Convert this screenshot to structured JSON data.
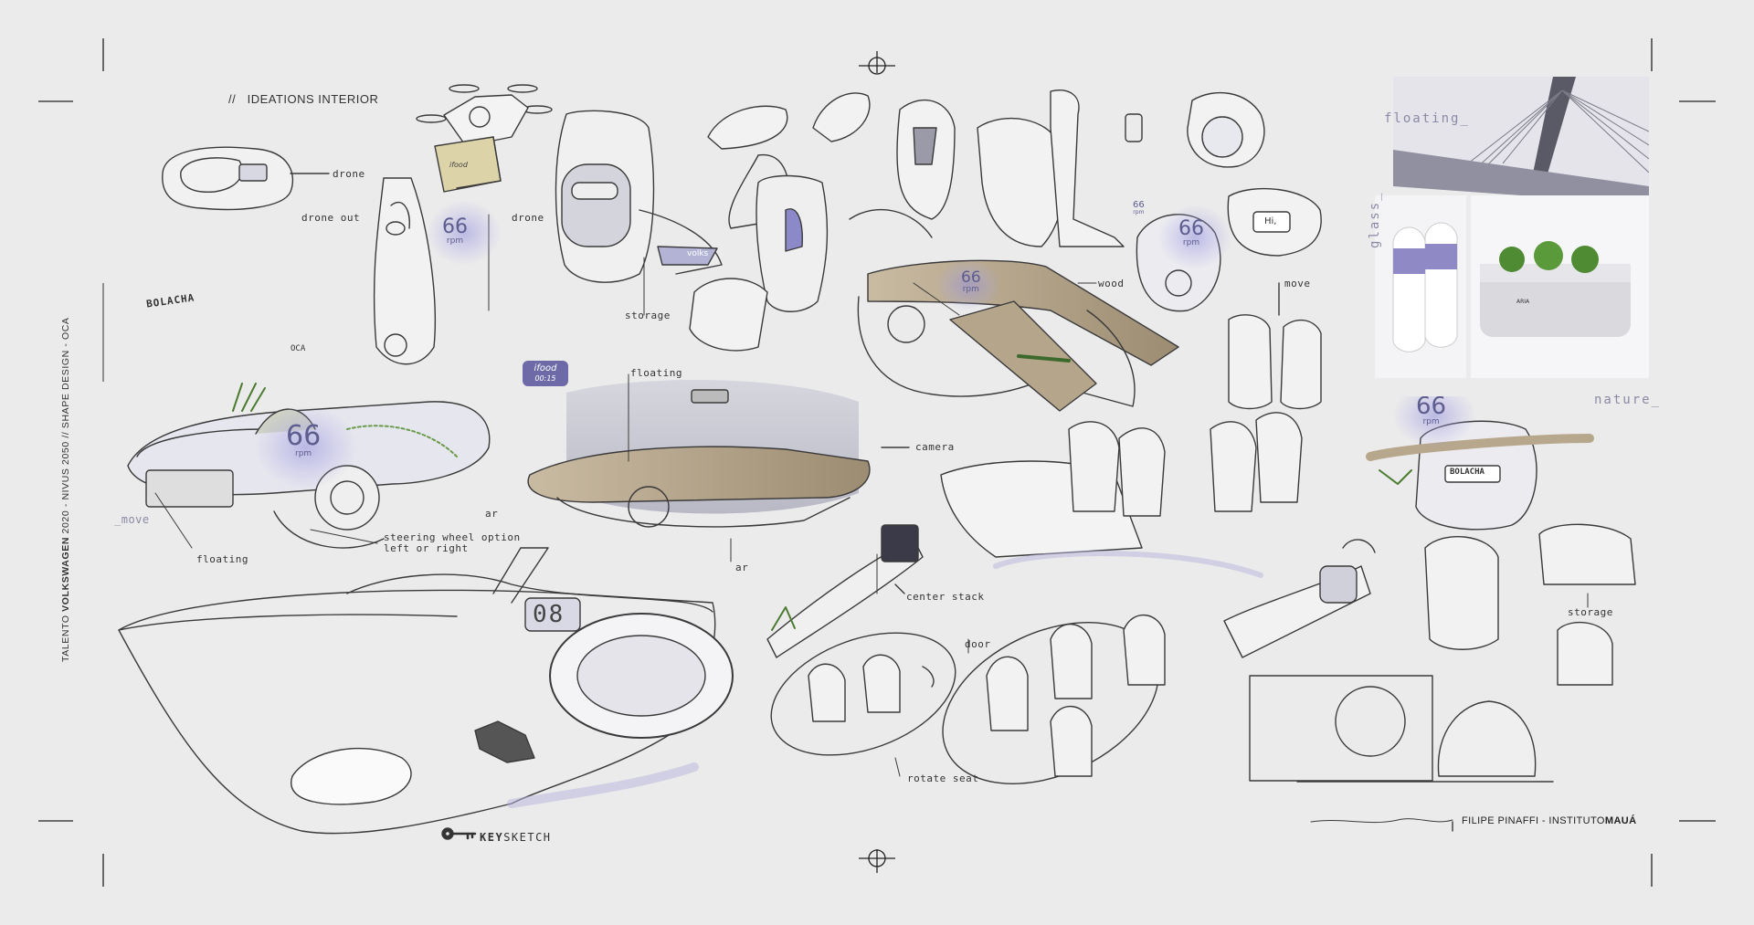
{
  "header": {
    "slash": "//",
    "title": "IDEATIONS INTERIOR"
  },
  "side_text": {
    "prefix": "TALENTO ",
    "brand": "VOLKSWAGEN",
    "suffix": " 2020 - NIVUS 2050 // SHAPE DESIGN - OCA"
  },
  "credit": {
    "name": "FILIPE PINAFFI - INSTITUTO",
    "institution": "MAUÁ"
  },
  "logo": {
    "key": "KEY",
    "sketch": "SKETCH"
  },
  "annotations": {
    "drone": "drone",
    "drone_out": "drone out",
    "drone2": "drone",
    "storage": "storage",
    "floating": "floating",
    "camera": "camera",
    "wood": "wood",
    "move": "move",
    "move2": "_move",
    "floating2": "floating",
    "ar": "ar",
    "ar2": "ar",
    "steering_1": "steering wheel option",
    "steering_2": "left or right",
    "center_stack": "center stack",
    "door": "door",
    "rotate_seat": "rotate seat",
    "storage2": "storage"
  },
  "dash_labels": {
    "bolacha": "BOLACHA",
    "oca": "OCA",
    "volks": "volks",
    "hi": "Hi,",
    "bolacha2": "BOLACHA",
    "ifood": "ifood",
    "ifood2": "ifood",
    "ifood_time": "00:15"
  },
  "rpm": {
    "value1": "66",
    "unit1": "rpm",
    "value2": "66",
    "unit2": "rpm",
    "value3": "66",
    "unit3": "rpm",
    "value4": "66",
    "unit4": "rpm",
    "value5": "66",
    "unit5": "rpm",
    "value6": "66",
    "unit6": "rpm"
  },
  "digital": {
    "display": "08"
  },
  "moodboard": {
    "floating": "floating_",
    "glass": "glass_",
    "nature": "nature_",
    "brand": "ARIA"
  },
  "colors": {
    "background": "#ebebeb",
    "accent": "#8a86d6",
    "ink": "#2a2a2a",
    "wood": "#b7a78c"
  }
}
